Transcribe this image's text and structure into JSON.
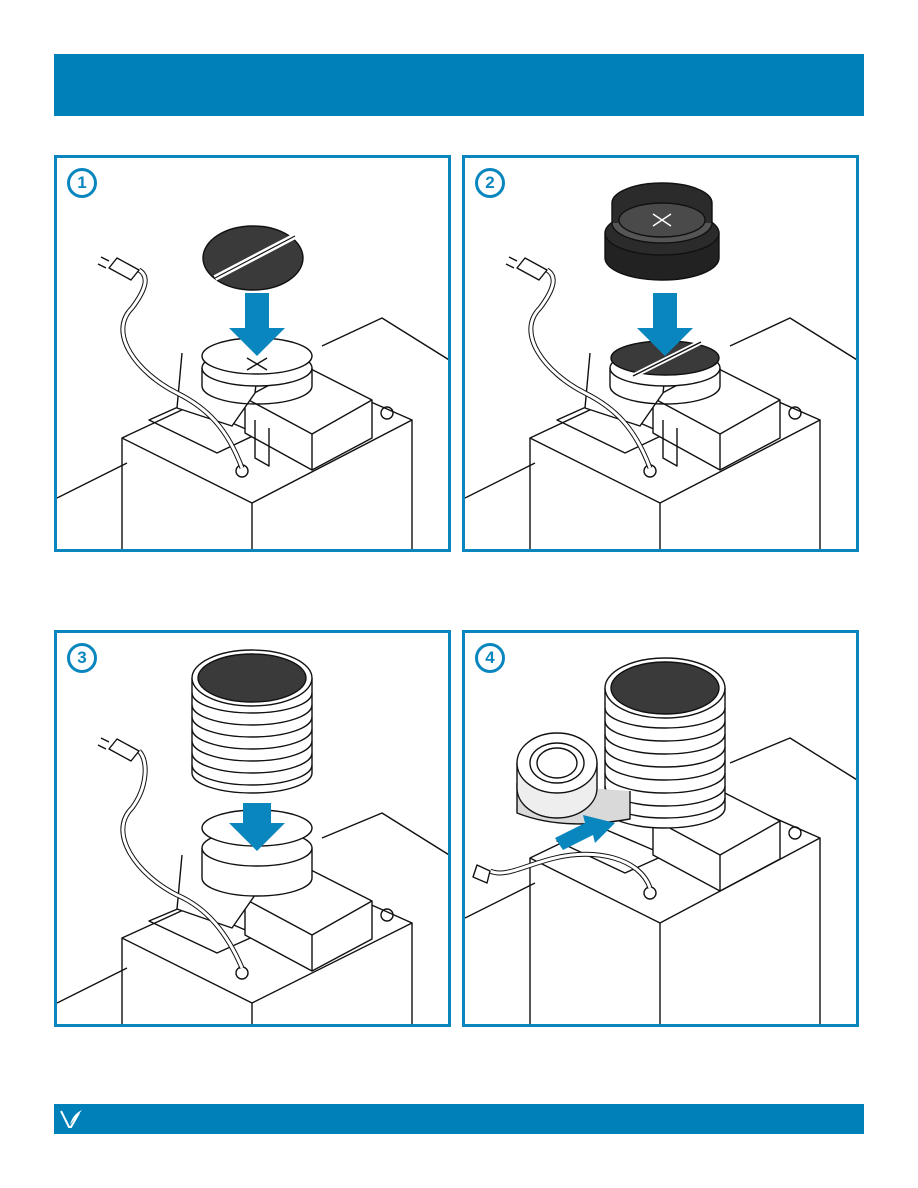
{
  "colors": {
    "brand_blue": "#0080b8",
    "panel_border": "#0a86bf",
    "arrow_blue": "#0a86bf",
    "filter_dark": "#3a3a3a"
  },
  "header": {
    "title": ""
  },
  "steps": [
    {
      "number": "1",
      "icon": "carbon-filter-install-icon"
    },
    {
      "number": "2",
      "icon": "filter-cap-install-icon"
    },
    {
      "number": "3",
      "icon": "hose-attach-icon"
    },
    {
      "number": "4",
      "icon": "tape-seal-icon"
    }
  ],
  "footer": {
    "logo": "brand-logo-icon"
  }
}
